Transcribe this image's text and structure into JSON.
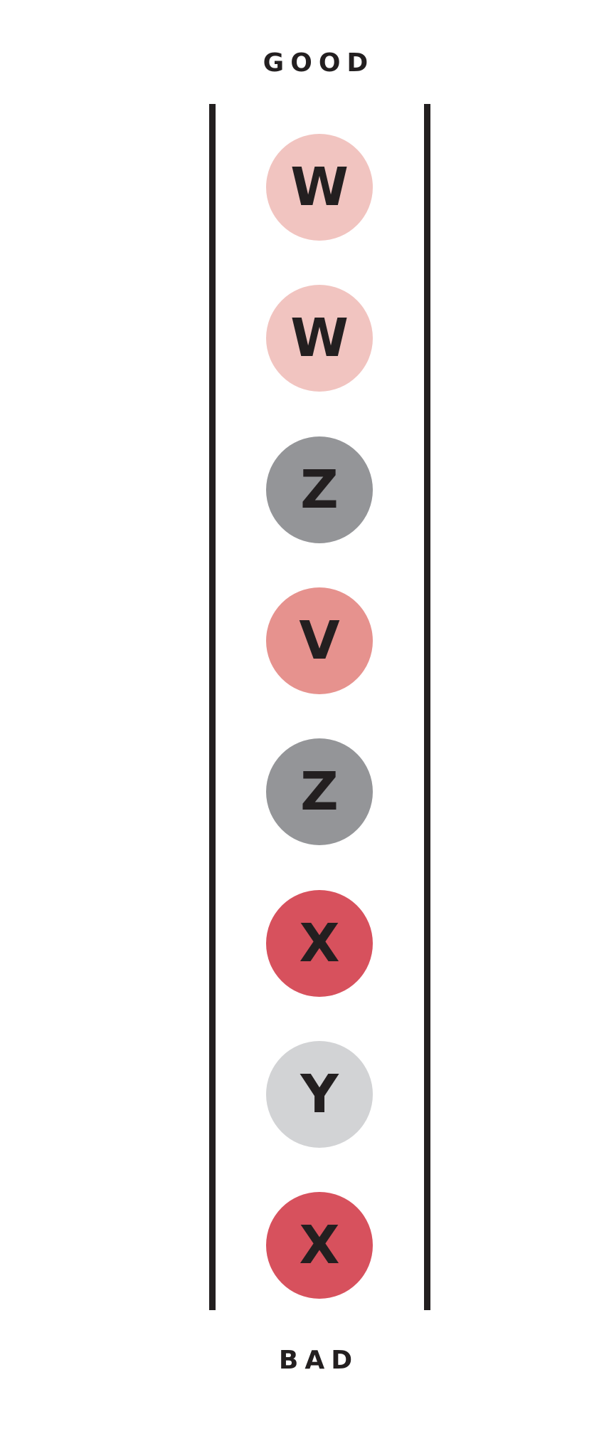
{
  "labels": {
    "top": "GOOD",
    "bottom": "BAD"
  },
  "colors": {
    "ink": "#231f20",
    "W": "#f1c4c0",
    "V": "#e6928e",
    "X": "#d7515d",
    "Z": "#949598",
    "Y": "#d2d3d5"
  },
  "tokens": [
    {
      "letter": "W"
    },
    {
      "letter": "W"
    },
    {
      "letter": "Z"
    },
    {
      "letter": "V"
    },
    {
      "letter": "Z"
    },
    {
      "letter": "X"
    },
    {
      "letter": "Y"
    },
    {
      "letter": "X"
    }
  ]
}
